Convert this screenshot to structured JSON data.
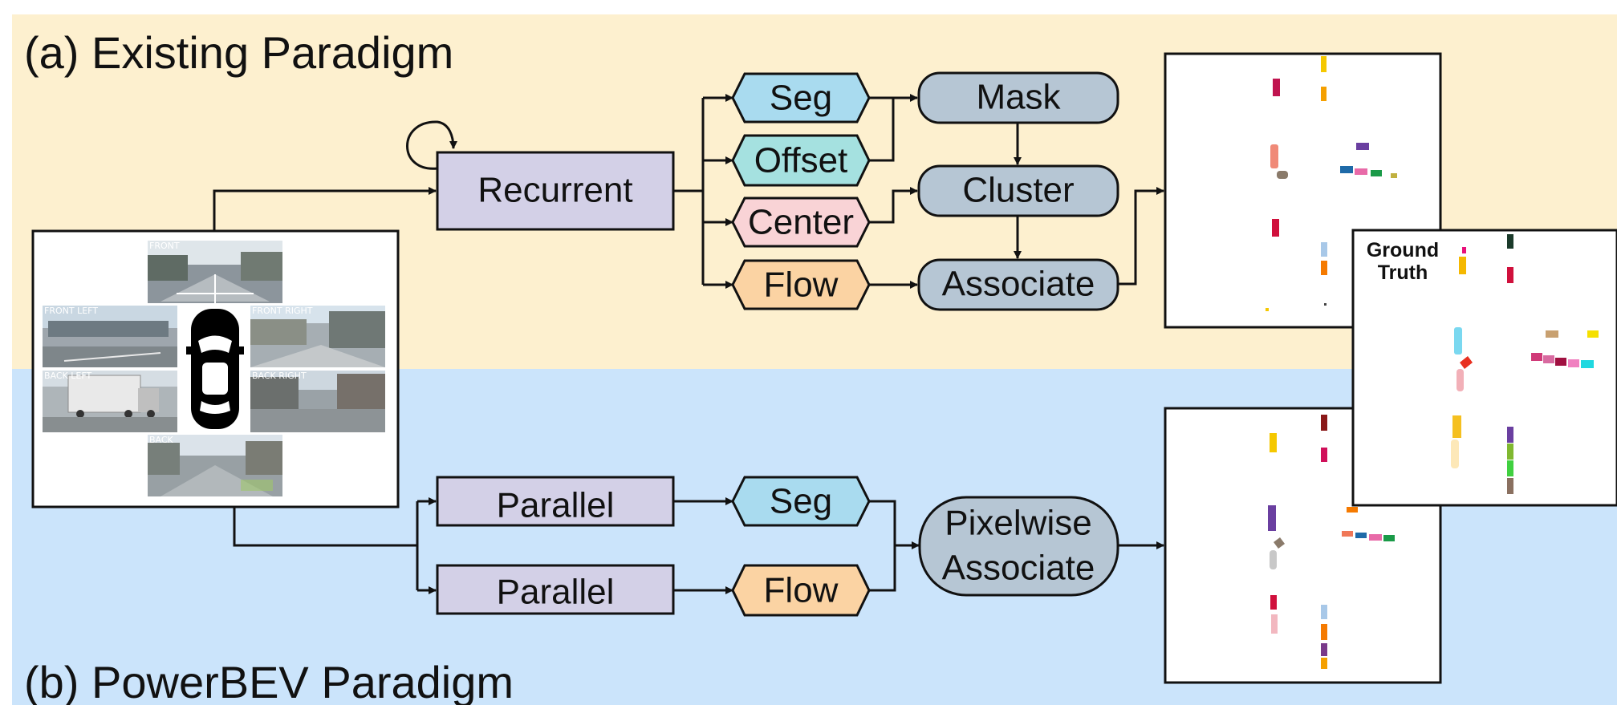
{
  "sections": {
    "existing": {
      "title": "(a) Existing Paradigm",
      "bg": "#fdf0cf"
    },
    "powerbev": {
      "title": "(b) PowerBEV Paradigm",
      "bg": "#cbe4fb"
    }
  },
  "cameras": [
    {
      "label": "FRONT",
      "scene": "street-crossing"
    },
    {
      "label": "FRONT LEFT",
      "scene": "waterfront"
    },
    {
      "label": "FRONT RIGHT",
      "scene": "buildings"
    },
    {
      "label": "BACK LEFT",
      "scene": "truck"
    },
    {
      "label": "BACK RIGHT",
      "scene": "street-corner"
    },
    {
      "label": "BACK",
      "scene": "street-crossing"
    }
  ],
  "ego_vehicle_icon": "car-top-view-icon",
  "existing": {
    "backbone": "Recurrent",
    "heads": [
      "Seg",
      "Offset",
      "Center",
      "Flow"
    ],
    "post": [
      "Mask",
      "Cluster",
      "Associate"
    ]
  },
  "powerbev": {
    "backbones": [
      "Parallel",
      "Parallel"
    ],
    "heads": [
      "Seg",
      "Flow"
    ],
    "post": [
      "Pixelwise",
      "Associate"
    ]
  },
  "ground_truth": {
    "line1": "Ground",
    "line2": "Truth"
  },
  "colors": {
    "branch_box": "#d3d0e7",
    "seg_head": "#a9dbef",
    "offset_head": "#a5e1e0",
    "center_head": "#f9d3d6",
    "flow_head": "#fbd3a3",
    "post_box": "#b6c6d4"
  }
}
